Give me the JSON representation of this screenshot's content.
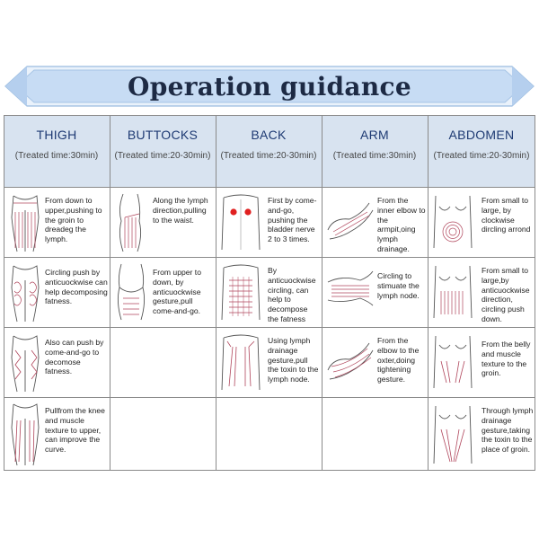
{
  "banner": {
    "title": "Operation guidance"
  },
  "columns": [
    {
      "key": "thigh",
      "title": "THIGH",
      "time": "(Treated time:30min)"
    },
    {
      "key": "buttocks",
      "title": "BUTTOCKS",
      "time": "(Treated time:20-30min)"
    },
    {
      "key": "back",
      "title": "BACK",
      "time": "(Treated time:20-30min)"
    },
    {
      "key": "arm",
      "title": "ARM",
      "time": "(Treated time:30min)"
    },
    {
      "key": "abdomen",
      "title": "ABDOMEN",
      "time": "(Treated time:20-30min)"
    }
  ],
  "cells": {
    "thigh": [
      "From down to upper,pushing to the groin to dreadeg the lymph.",
      "Circling push by anticuockwise can help decomposing fatness.",
      "Also can push by come-and-go to decomose fatness.",
      "Pullfrom the knee and muscle texture to upper, can improve the curve."
    ],
    "buttocks": [
      "Along the lymph direction,pulling to the waist.",
      "From upper to down, by anticuockwise gesture,pull come-and-go."
    ],
    "back": [
      "First by come-and-go, pushing the bladder nerve 2 to 3 times.",
      "By anticuockwise circling, can help to decompose the fatness",
      "Using lymph drainage gesture,pull the toxin to the lymph node."
    ],
    "arm": [
      "From the inner elbow to the armpit,oing lymph drainage.",
      "Circling to stimuate the lymph node.",
      "From the elbow to the oxter,doing tightening gesture."
    ],
    "abdomen": [
      "From small to large, by clockwise dircling arrond",
      "From small to large,by anticuockwise direction, circling push down.",
      "From the belly and muscle texture to the groin.",
      "Through lymph drainage gesture,taking the toxin to the place of groin."
    ]
  },
  "colors": {
    "banner_fill": "#c7dcf4",
    "header_fill": "#d8e3f0",
    "header_text": "#1e3a73",
    "grid_line": "#8a8a8a",
    "figure_stroke": "#555555",
    "figure_accent": "#b0465c",
    "marker": "#e02020"
  }
}
